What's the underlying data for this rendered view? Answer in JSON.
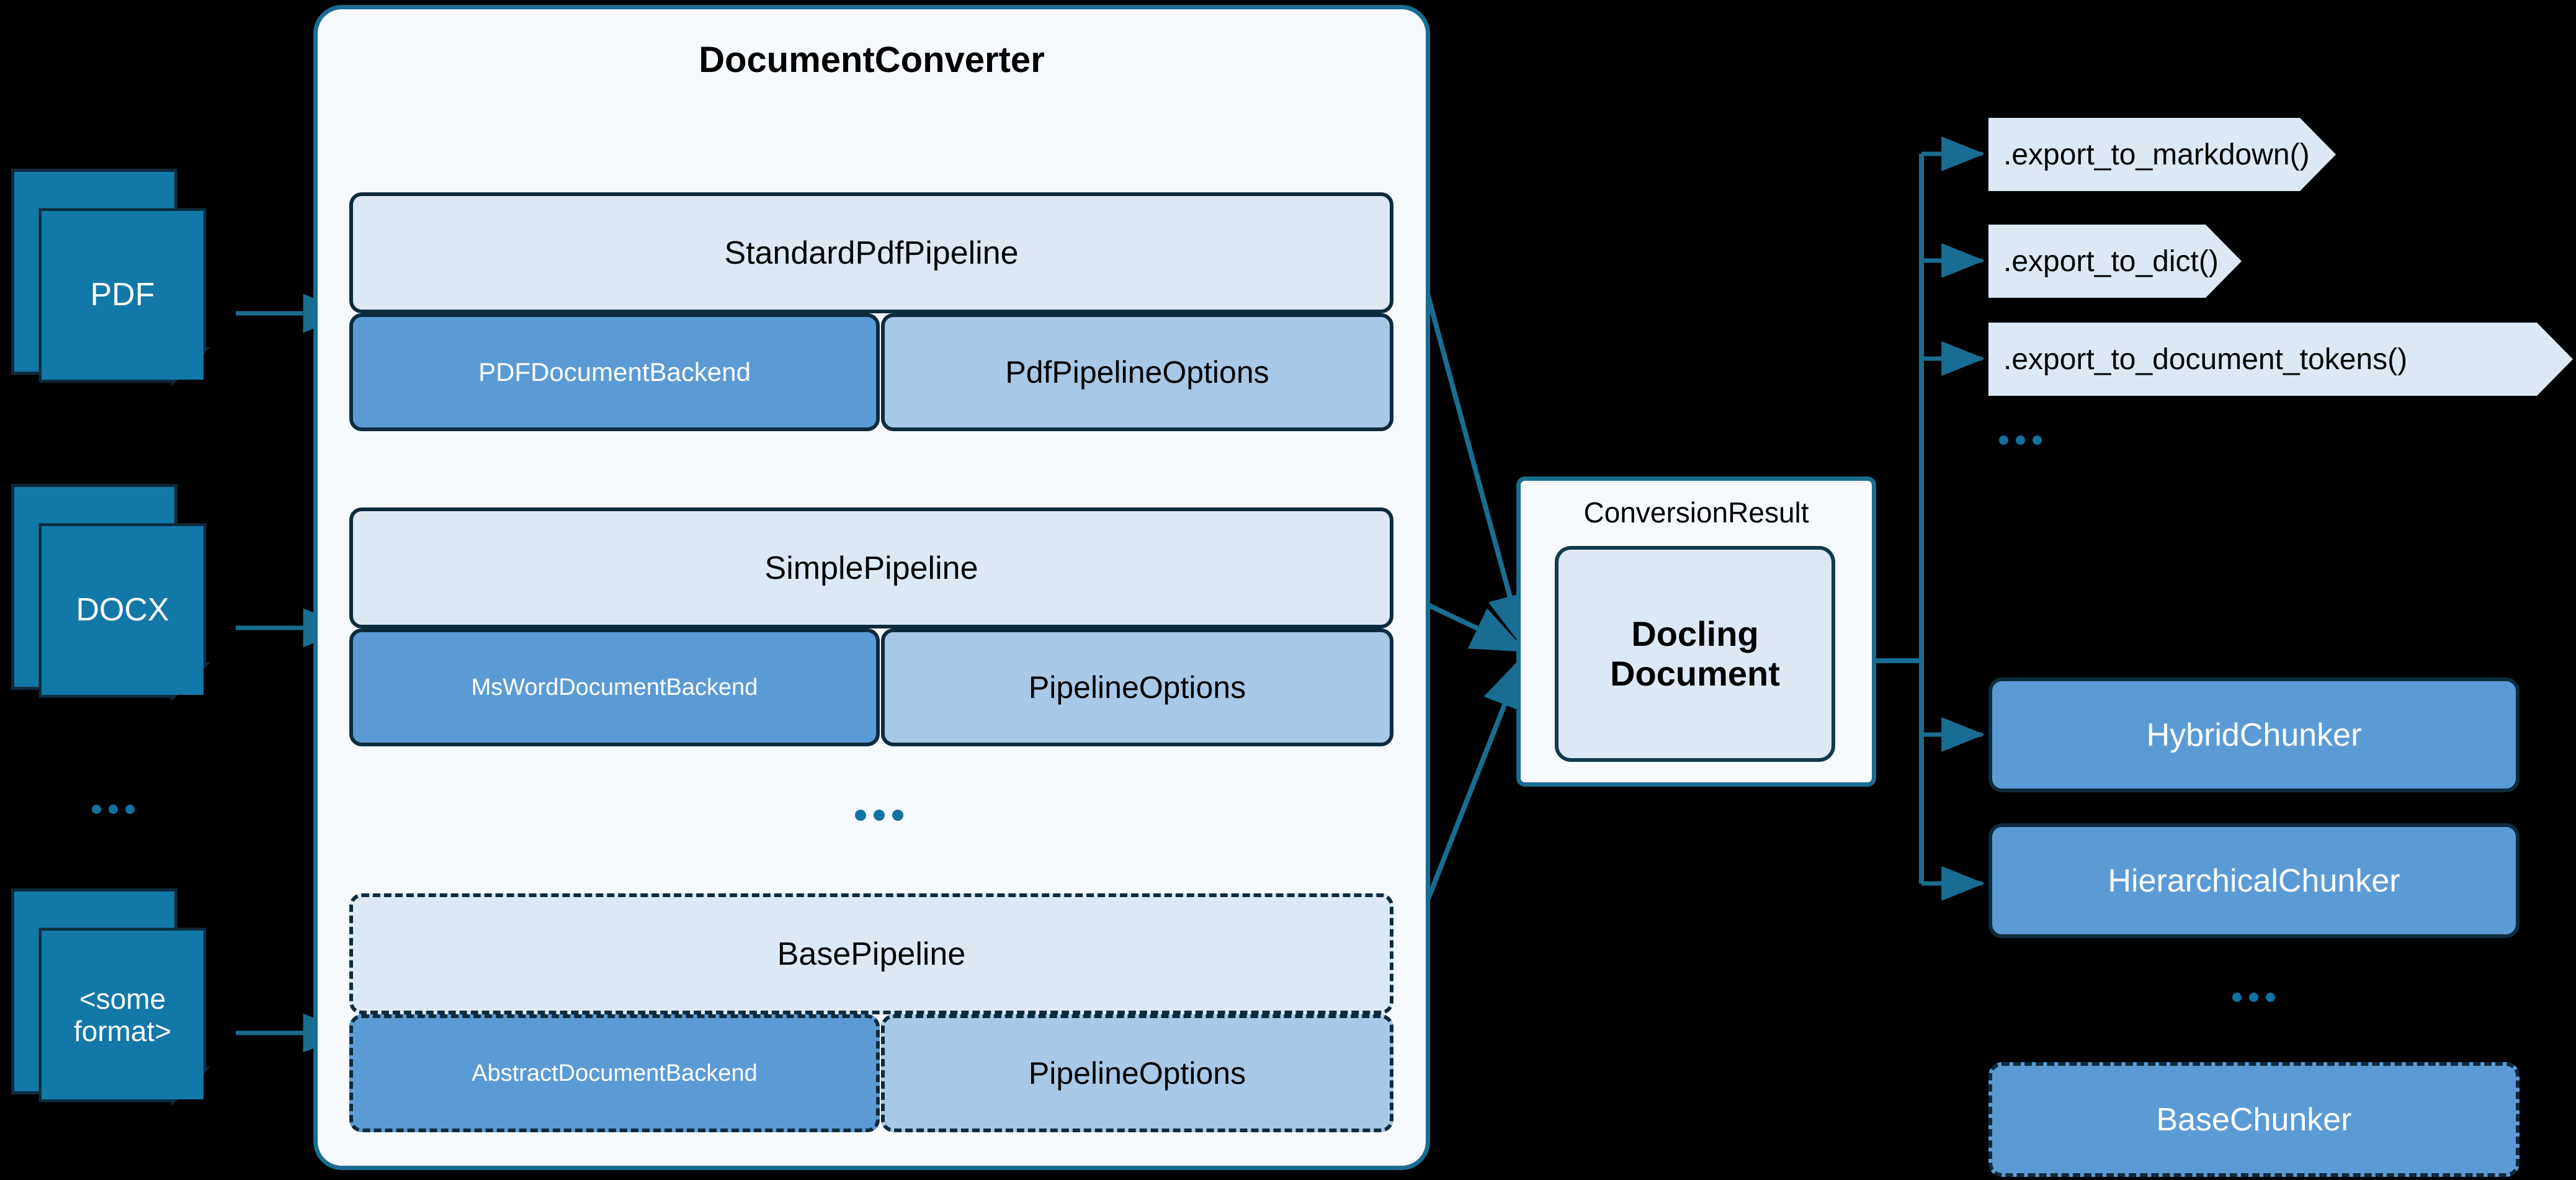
{
  "inputs": {
    "items": [
      {
        "label": "PDF",
        "icon": "document-stack-icon"
      },
      {
        "label": "DOCX",
        "icon": "document-stack-icon"
      },
      {
        "label": "<some\nformat>",
        "icon": "document-stack-icon"
      }
    ],
    "ellipsis": "..."
  },
  "converter": {
    "title": "DocumentConverter",
    "ellipsis": "...",
    "pipelines": [
      {
        "name": "StandardPdfPipeline",
        "backend": "PDFDocumentBackend",
        "options": "PdfPipelineOptions",
        "style": "solid"
      },
      {
        "name": "SimplePipeline",
        "backend": "MsWordDocumentBackend",
        "options": "PipelineOptions",
        "style": "solid"
      },
      {
        "name": "BasePipeline",
        "backend": "AbstractDocumentBackend",
        "options": "PipelineOptions",
        "style": "dashed"
      }
    ]
  },
  "result": {
    "container_label": "ConversionResult",
    "document_line1": "Docling",
    "document_line2": "Document"
  },
  "exports": {
    "items": [
      ".export_to_markdown()",
      ".export_to_dict()",
      ".export_to_document_tokens()"
    ],
    "ellipsis": "..."
  },
  "chunkers": {
    "items": [
      {
        "label": "HybridChunker",
        "style": "solid"
      },
      {
        "label": "HierarchicalChunker",
        "style": "solid"
      },
      {
        "label": "BaseChunker",
        "style": "dashed"
      }
    ],
    "ellipsis": "..."
  },
  "colors": {
    "background": "#000000",
    "panel_bg": "#f6f9fe",
    "panel_border": "#1a6d92",
    "pipeline_head_bg": "#dce9f5",
    "backend_bg": "#5b9bd5",
    "options_bg": "#a8c8e8",
    "node_border": "#0d2b3e",
    "doc_icon_fill": "#1278a8",
    "edge": "#1a6d92",
    "ellipsis_dot": "#1272a0",
    "text_light": "#ffffff",
    "text_dark": "#000000"
  }
}
